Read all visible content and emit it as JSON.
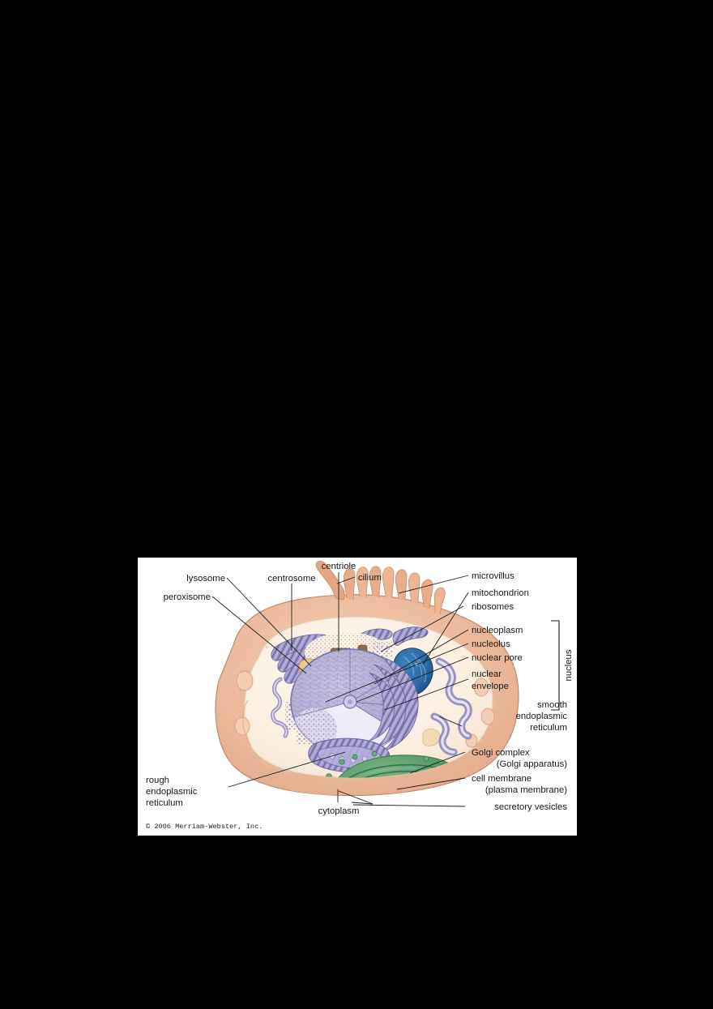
{
  "page": {
    "background_color": "#000000",
    "panel_background": "#ffffff"
  },
  "figure": {
    "title": "Animal cell structure diagram",
    "credit": "© 2006 Merriam-Webster, Inc.",
    "group_bracket_label": "nucleus",
    "labels": [
      {
        "id": "lysosome",
        "text": "lysosome",
        "align": "end"
      },
      {
        "id": "peroxisome",
        "text": "peroxisome",
        "align": "end"
      },
      {
        "id": "centrosome",
        "text": "centrosome",
        "align": "end"
      },
      {
        "id": "centriole",
        "text": "centriole",
        "align": "middle"
      },
      {
        "id": "cilium",
        "text": "cilium",
        "align": "start"
      },
      {
        "id": "microvillus",
        "text": "microvillus",
        "align": "start"
      },
      {
        "id": "mitochondrion",
        "text": "mitochondrion",
        "align": "start"
      },
      {
        "id": "ribosomes",
        "text": "ribosomes",
        "align": "start"
      },
      {
        "id": "nucleoplasm",
        "text": "nucleoplasm",
        "align": "start"
      },
      {
        "id": "nucleolus",
        "text": "nucleolus",
        "align": "start"
      },
      {
        "id": "nuclear-pore",
        "text": "nuclear pore",
        "align": "start"
      },
      {
        "id": "nuclear-envelope-1",
        "text": "nuclear",
        "align": "start"
      },
      {
        "id": "nuclear-envelope-2",
        "text": "envelope",
        "align": "start"
      },
      {
        "id": "smooth-er-1",
        "text": "smooth",
        "align": "end"
      },
      {
        "id": "smooth-er-2",
        "text": "endoplasmic",
        "align": "end"
      },
      {
        "id": "smooth-er-3",
        "text": "reticulum",
        "align": "end"
      },
      {
        "id": "golgi-1",
        "text": "Golgi complex",
        "align": "start"
      },
      {
        "id": "golgi-2",
        "text": "(Golgi apparatus)",
        "align": "end"
      },
      {
        "id": "cell-membrane-1",
        "text": "cell membrane",
        "align": "start"
      },
      {
        "id": "cell-membrane-2",
        "text": "(plasma membrane)",
        "align": "end"
      },
      {
        "id": "secretory-vesicles",
        "text": "secretory vesicles",
        "align": "end"
      },
      {
        "id": "rough-er-1",
        "text": "rough",
        "align": "start"
      },
      {
        "id": "rough-er-2",
        "text": "endoplasmic",
        "align": "start"
      },
      {
        "id": "rough-er-3",
        "text": "reticulum",
        "align": "start"
      },
      {
        "id": "cytoplasm",
        "text": "cytoplasm",
        "align": "middle"
      }
    ],
    "colors": {
      "cell_membrane": "#e9b496",
      "membrane_outline": "#c98f6e",
      "cytoplasm": "#fbf1e4",
      "nucleus": "#b7b2d6",
      "nucleus_dark": "#8d87b8",
      "nucleolus": "#cfcbe6",
      "mitochondrion": "#2b6ca8",
      "mitochondrion_dark": "#1d4f80",
      "lysosome": "#e3c077",
      "peroxisome": "#f0d6b0",
      "golgi": "#5d9e6b",
      "golgi_dark": "#3f7a4e",
      "er_purple": "#9f99c9",
      "leader_line": "#1c1c1c",
      "label_text": "#1a1a1a"
    }
  }
}
